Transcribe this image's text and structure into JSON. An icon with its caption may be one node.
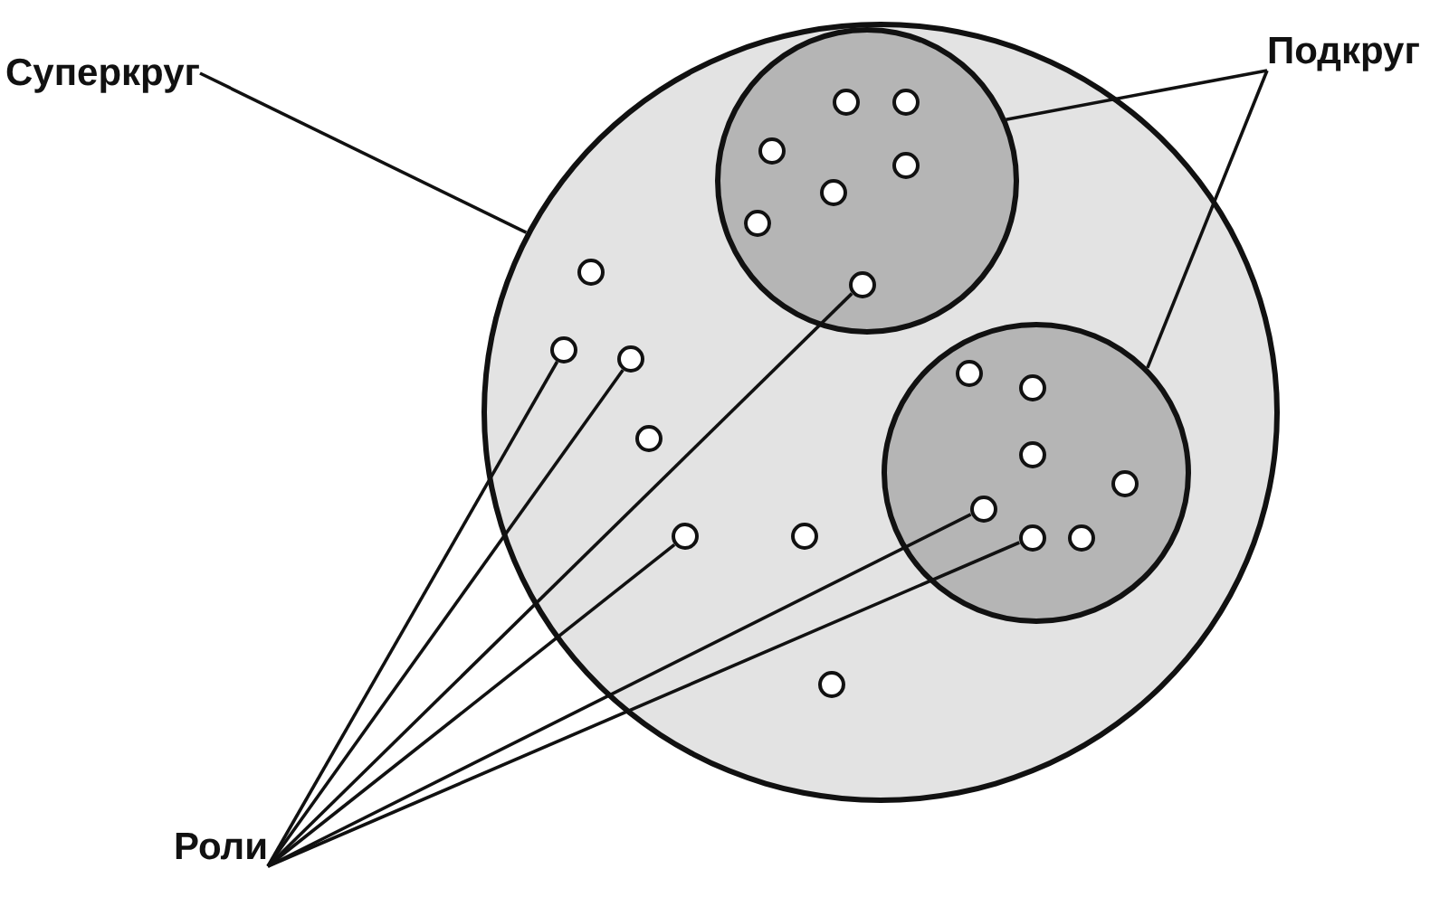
{
  "diagram": {
    "nodes": [
      {
        "text": [
          "Суперкруг"
        ]
      },
      {
        "text": [
          "Подкруг"
        ]
      },
      {
        "text": [],
        "shape": "circle"
      },
      {
        "text": [],
        "shape": "circle",
        "in": 2
      },
      {
        "text": [],
        "shape": "circle",
        "in": 3
      },
      {
        "text": [],
        "shape": "circle",
        "in": 3
      },
      {
        "text": [],
        "shape": "circle",
        "in": 3
      },
      {
        "text": [],
        "shape": "circle",
        "in": 3
      },
      {
        "text": [],
        "shape": "circle",
        "in": 3
      },
      {
        "text": [],
        "shape": "circle",
        "in": 3
      },
      {
        "text": [],
        "shape": "circle",
        "in": 3
      },
      {
        "text": [],
        "shape": "circle",
        "in": 2
      },
      {
        "text": [],
        "shape": "circle",
        "in": 11
      },
      {
        "text": [],
        "shape": "circle",
        "in": 11
      },
      {
        "text": [],
        "shape": "circle",
        "in": 11
      },
      {
        "text": [],
        "shape": "circle",
        "in": 11
      },
      {
        "text": [],
        "shape": "circle",
        "in": 11
      },
      {
        "text": [],
        "shape": "circle",
        "in": 11
      },
      {
        "text": [],
        "shape": "circle",
        "in": 11
      },
      {
        "text": [],
        "shape": "circle",
        "in": 2
      },
      {
        "text": [],
        "shape": "circle",
        "in": 2
      },
      {
        "text": [],
        "shape": "circle",
        "in": 2
      },
      {
        "text": [],
        "shape": "circle",
        "in": 2
      },
      {
        "text": [],
        "shape": "circle",
        "in": 2
      },
      {
        "text": [],
        "shape": "circle",
        "in": 2
      },
      {
        "text": [],
        "shape": "circle",
        "in": 2
      },
      {
        "text": [
          "Роли"
        ]
      }
    ],
    "edges": [
      {
        "from": 0,
        "to": 2,
        "arrow": "none"
      },
      {
        "from": 1,
        "to": 3,
        "arrow": "none"
      },
      {
        "from": 1,
        "to": 11,
        "arrow": "none"
      },
      {
        "from": 26,
        "to": 20,
        "arrow": "none"
      },
      {
        "from": 26,
        "to": 21,
        "arrow": "none"
      },
      {
        "from": 26,
        "to": 10,
        "arrow": "none"
      },
      {
        "from": 26,
        "to": 23,
        "arrow": "none"
      },
      {
        "from": 26,
        "to": 16,
        "arrow": "none"
      },
      {
        "from": 26,
        "to": 17,
        "arrow": "none"
      }
    ]
  }
}
